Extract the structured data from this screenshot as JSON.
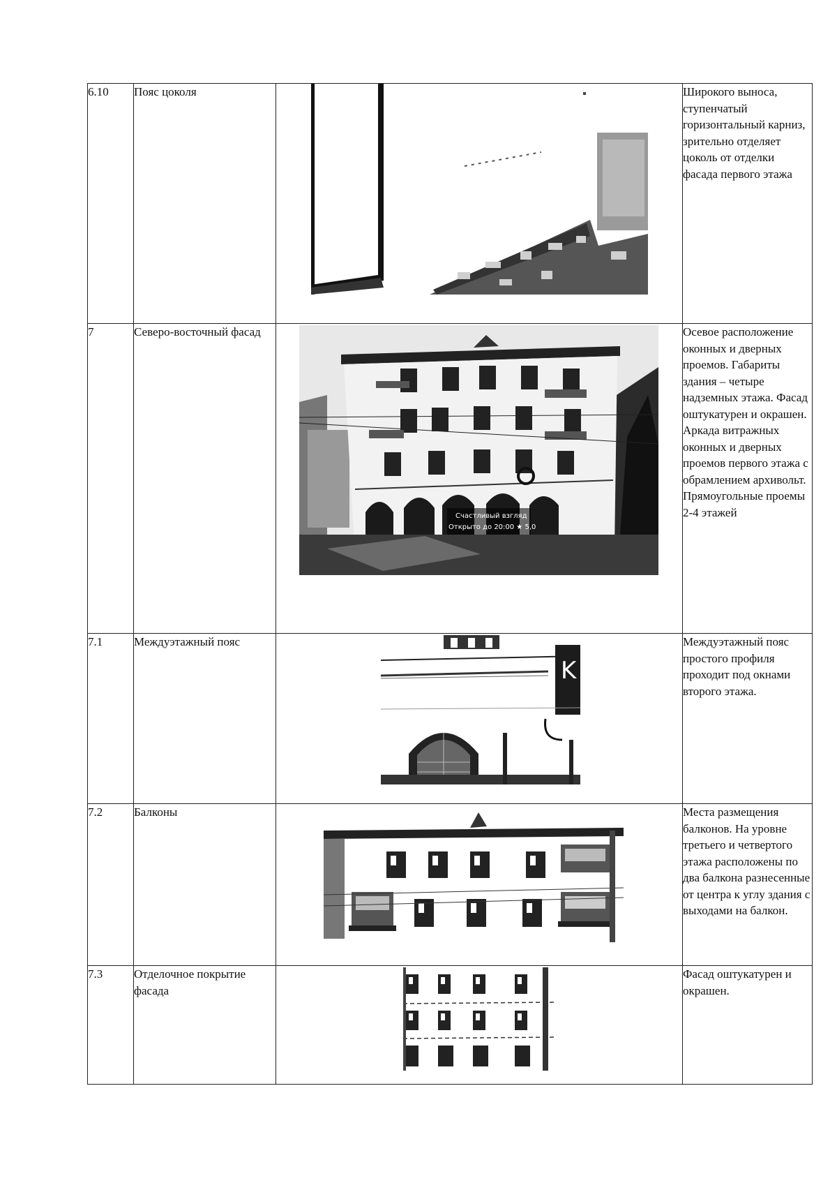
{
  "rows": [
    {
      "num": "6.10",
      "name": "Пояс цоколя",
      "desc": "Широкого выноса, ступенчатый горизонтальный карниз, зрительно отделяет цоколь от отделки фасада первого этажа"
    },
    {
      "num": "7",
      "name": "Северо-восточный фасад",
      "desc": "Осевое расположение оконных и дверных проемов. Габариты здания – четыре надземных этажа. Фасад оштукатурен и окрашен. Аркада витражных оконных и дверных проемов первого этажа с обрамлением архивольт. Прямоугольные проемы 2-4 этажей",
      "photo_sign": {
        "name": "Счастливый взгляд",
        "hours": "Открыто до 20:00 ★ 5,0"
      }
    },
    {
      "num": "7.1",
      "name": "Междуэтажный пояс",
      "desc": "Междуэтажный пояс простого профиля проходит под окнами второго этажа."
    },
    {
      "num": "7.2",
      "name": "Балконы",
      "desc": "Места размещения балконов. На уровне третьего и четвертого этажа расположены по два балкона разнесенные от центра к углу здания с выходами на балкон."
    },
    {
      "num": "7.3",
      "name": "Отделочное покрытие фасада",
      "desc": "Фасад оштукатурен и окрашен."
    }
  ]
}
